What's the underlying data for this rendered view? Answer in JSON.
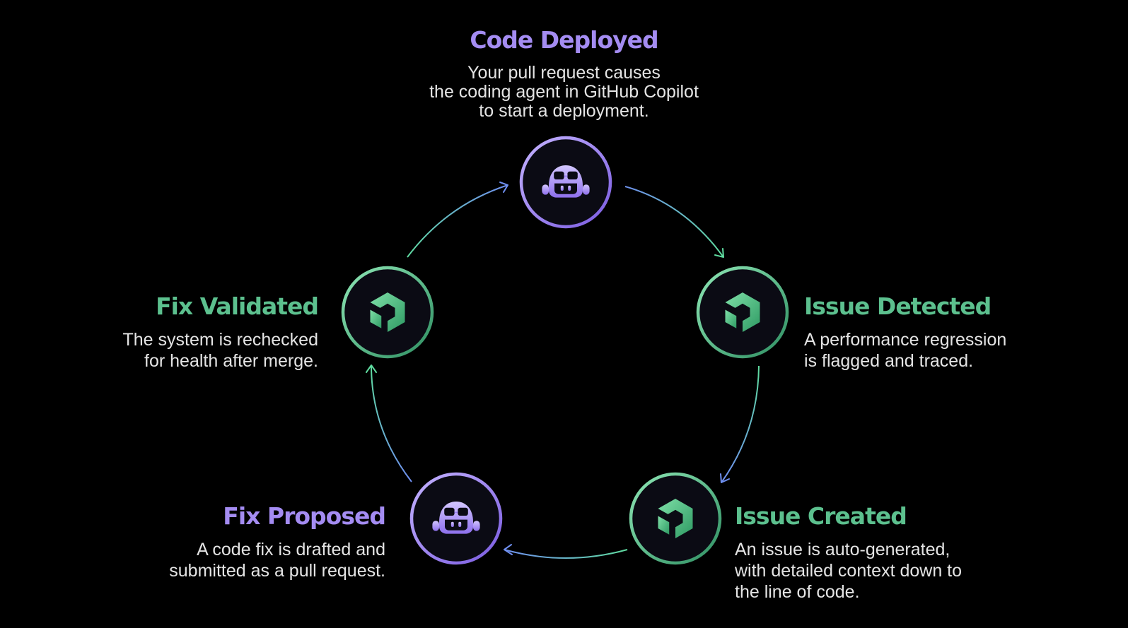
{
  "colors": {
    "background": "#000000",
    "purple": "#a48cf2",
    "green": "#5cc08e",
    "node_fill": "#0b0b14",
    "arrow_blue": "#6f8ff0"
  },
  "nodes": [
    {
      "title": "Code Deployed",
      "icon": "copilot-icon",
      "accent": "purple",
      "lines": [
        "Your pull request causes",
        "the coding agent in GitHub Copilot",
        "to start a deployment."
      ]
    },
    {
      "title": "Issue Detected",
      "icon": "new-relic-icon",
      "accent": "green",
      "lines": [
        "A performance regression",
        "is flagged and traced."
      ]
    },
    {
      "title": "Issue Created",
      "icon": "new-relic-icon",
      "accent": "green",
      "lines": [
        "An issue is auto-generated,",
        "with detailed context down to",
        "the line of code."
      ]
    },
    {
      "title": "Fix Proposed",
      "icon": "copilot-icon",
      "accent": "purple",
      "lines": [
        "A code fix is drafted and",
        "submitted as a pull request."
      ]
    },
    {
      "title": "Fix Validated",
      "icon": "new-relic-icon",
      "accent": "green",
      "lines": [
        "The system is rechecked",
        "for health after merge."
      ]
    }
  ]
}
